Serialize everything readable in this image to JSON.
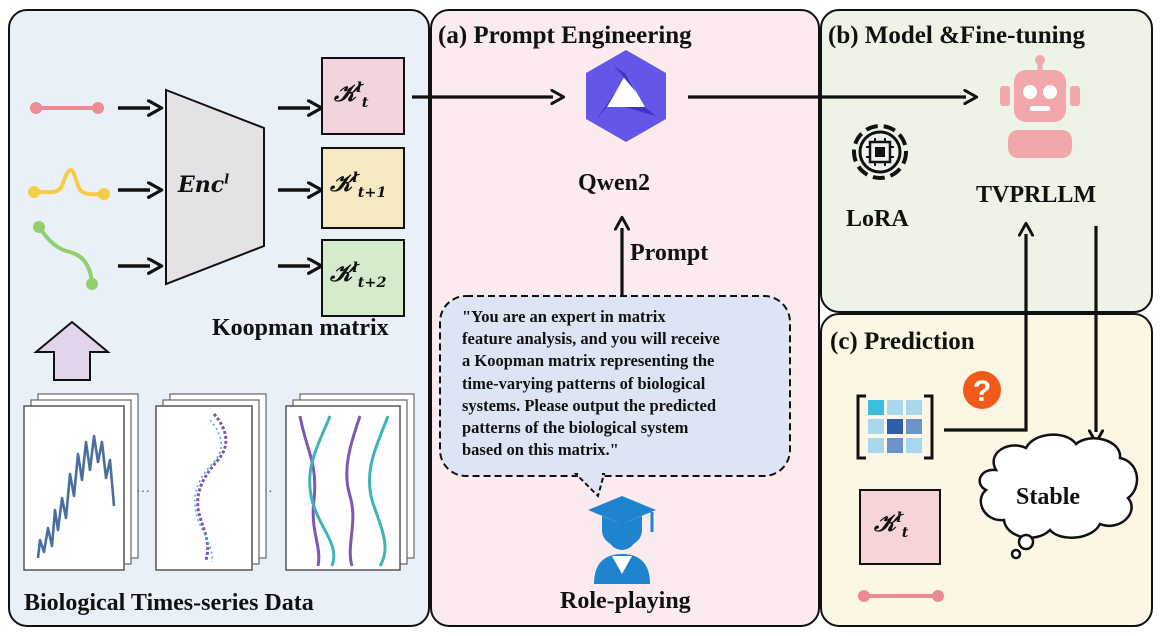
{
  "panels": {
    "left": {
      "bottom_label": "Biological Times-series Data",
      "koopman_label": "Koopman matrix"
    },
    "a": {
      "title": "(a) Prompt Engineering",
      "model_name": "Qwen2",
      "prompt_label": "Prompt",
      "role_label": "Role-playing"
    },
    "b": {
      "title": "(b) Model &Fine-tuning",
      "lora_label": "LoRA",
      "model_label": "TVPRLLM"
    },
    "c": {
      "title": "(c) Prediction",
      "result_label": "Stable",
      "question_mark": "?"
    }
  },
  "encoder": {
    "base": "Enc",
    "sup": "l"
  },
  "koopman": [
    {
      "base": "𝒦",
      "sup": "l",
      "sub": "t",
      "color": "#f2d4dc"
    },
    {
      "base": "𝒦",
      "sup": "l",
      "sub": "t+1",
      "color": "#f5e9c2"
    },
    {
      "base": "𝒦",
      "sup": "l",
      "sub": "t+2",
      "color": "#d4ebcc"
    }
  ],
  "prediction_matrix": {
    "base": "𝒦",
    "sup": "l",
    "sub": "t"
  },
  "prompt_lines": [
    "\"You are an expert in matrix",
    "feature analysis, and you will receive",
    "a Koopman matrix representing the",
    "time-varying patterns of biological",
    "systems. Please output the predicted",
    "patterns of the biological system",
    "based on this matrix.\""
  ],
  "colors": {
    "panel_left_bg": "#eaf0f8",
    "panel_a_bg": "#fbebee",
    "panel_b_bg": "#eef3e8",
    "panel_c_bg": "#fcf6e5",
    "bubble_bg": "#dde4f3",
    "qwen_purple": "#6457e8",
    "robot_pink": "#f2a7ad",
    "question_orange": "#f05a1a",
    "role_blue": "#1f84cf",
    "series_pink": "#ee8a94",
    "series_yellow": "#f5cd45",
    "series_green": "#8fd06a"
  },
  "icons": [
    "qwen-logo-icon",
    "robot-icon",
    "lora-gear-chip-icon",
    "graduate-user-icon",
    "question-mark-icon",
    "heatmap-matrix-icon",
    "thought-cloud-icon",
    "up-arrow-icon"
  ]
}
